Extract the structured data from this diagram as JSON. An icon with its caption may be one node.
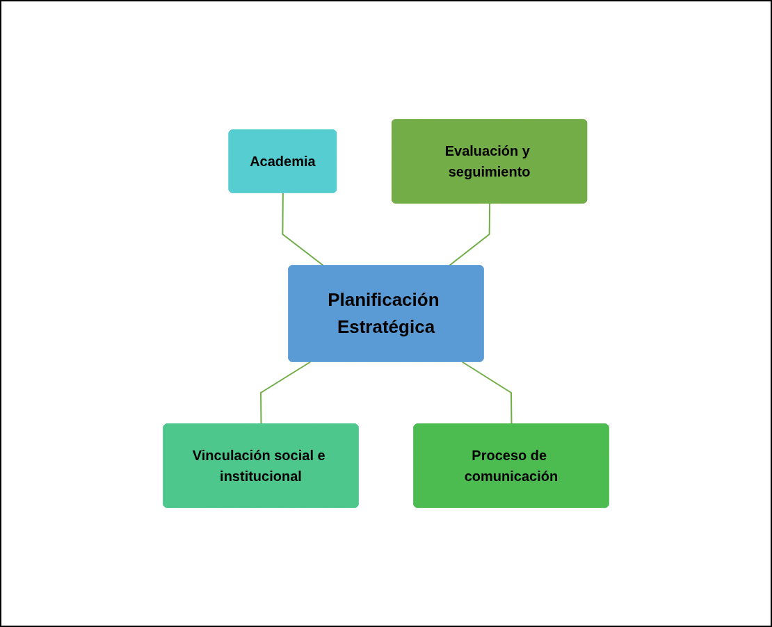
{
  "diagram": {
    "nodes": [
      {
        "text": [
          "Academia"
        ]
      },
      {
        "text": [
          "Evaluación y seguimiento"
        ]
      },
      {
        "text": [
          "Planificación Estratégica"
        ]
      },
      {
        "text": [
          "Vinculación social e institucional"
        ]
      },
      {
        "text": [
          "Proceso de comunicación"
        ]
      }
    ],
    "edges": [
      {
        "from": 0,
        "to": 2,
        "arrow": "none"
      },
      {
        "from": 1,
        "to": 2,
        "arrow": "none"
      },
      {
        "from": 2,
        "to": 3,
        "arrow": "none"
      },
      {
        "from": 2,
        "to": 4,
        "arrow": "none"
      }
    ]
  }
}
